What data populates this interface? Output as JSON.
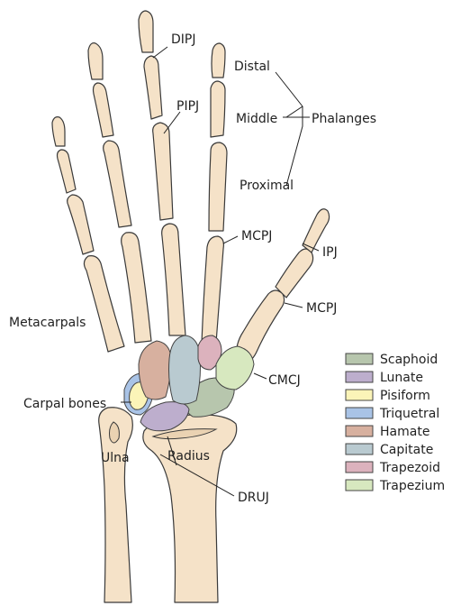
{
  "labels": {
    "dipj": "DIPJ",
    "pipj": "PIPJ",
    "distal": "Distal",
    "middle": "Middle",
    "phalanges": "Phalanges",
    "proximal": "Proximal",
    "mcpj_finger": "MCPJ",
    "ipj": "IPJ",
    "mcpj_thumb": "MCPJ",
    "metacarpals": "Metacarpals",
    "carpal_bones": "Carpal bones",
    "cmcj": "CMCJ",
    "ulna": "Ulna",
    "radius": "Radius",
    "druj": "DRUJ"
  },
  "legend": [
    {
      "label": "Scaphoid",
      "color": "#b7c6ad"
    },
    {
      "label": "Lunate",
      "color": "#bdaecd"
    },
    {
      "label": "Pisiform",
      "color": "#fbf4b8"
    },
    {
      "label": "Triquetral",
      "color": "#a9c3e6"
    },
    {
      "label": "Hamate",
      "color": "#d7b09f"
    },
    {
      "label": "Capitate",
      "color": "#b9cad0"
    },
    {
      "label": "Trapezoid",
      "color": "#dcb2bd"
    },
    {
      "label": "Trapezium",
      "color": "#d7e8bf"
    }
  ]
}
